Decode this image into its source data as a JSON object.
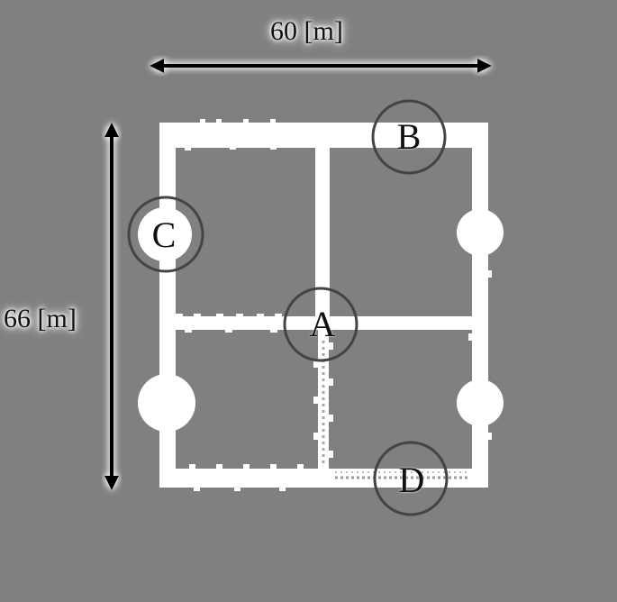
{
  "dimensions": {
    "width_label": "60 [m]",
    "height_label": "66 [m]"
  },
  "markers": [
    {
      "id": "A",
      "label": "A"
    },
    {
      "id": "B",
      "label": "B"
    },
    {
      "id": "C",
      "label": "C"
    },
    {
      "id": "D",
      "label": "D"
    }
  ],
  "colors": {
    "background": "#808080",
    "corridor": "#ffffff",
    "marker_ring": "#444444",
    "text": "#111111"
  }
}
